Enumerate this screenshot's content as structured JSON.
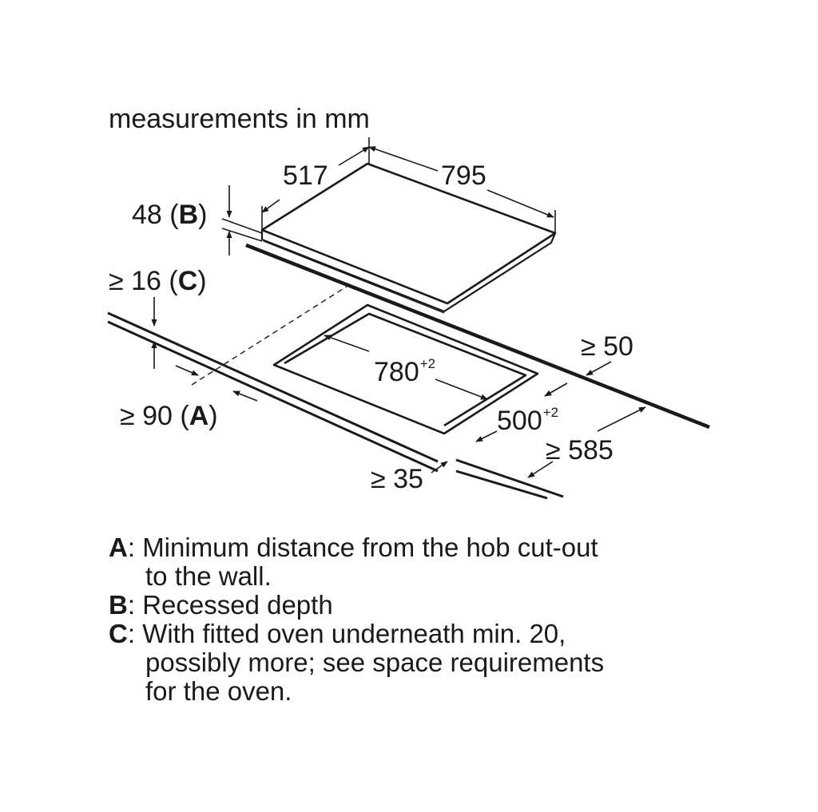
{
  "header": "measurements in mm",
  "dimensions": {
    "depth": "517",
    "width": "795",
    "recess_depth": {
      "value": "48",
      "ref": "B"
    },
    "oven_gap": {
      "prefix": "≥ 16",
      "ref": "C"
    },
    "wall_distance": {
      "prefix": "≥ 90",
      "ref": "A"
    },
    "rear_gap": "≥ 50",
    "cutout_width": {
      "value": "780",
      "tolerance": "+2"
    },
    "cutout_depth": {
      "value": "500",
      "tolerance": "+2"
    },
    "worktop_depth": "≥ 585",
    "front_gap": "≥ 35"
  },
  "legend": [
    {
      "key": "A",
      "lines": [
        "Minimum distance from the hob cut-out",
        "to the wall."
      ]
    },
    {
      "key": "B",
      "lines": [
        "Recessed depth"
      ]
    },
    {
      "key": "C",
      "lines": [
        "With fitted oven underneath min. 20,",
        "possibly more; see space requirements",
        "for the oven."
      ]
    }
  ],
  "colors": {
    "line": "#1a1a1a",
    "background": "#ffffff"
  }
}
